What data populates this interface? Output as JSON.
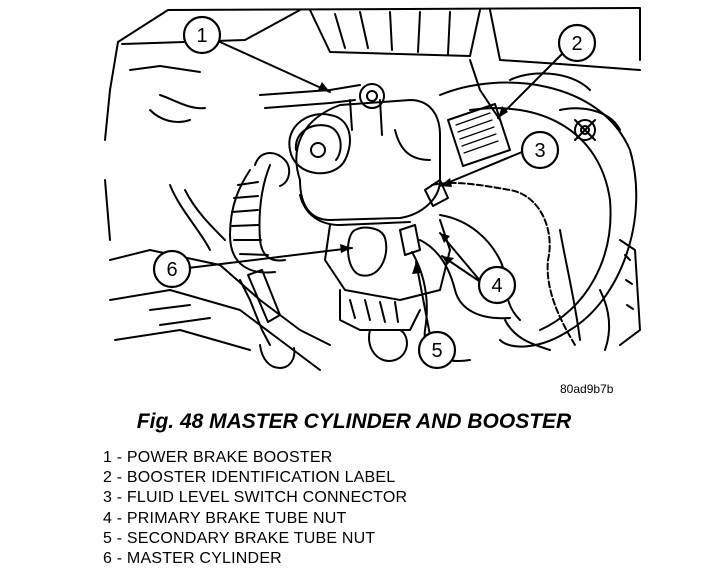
{
  "figure": {
    "drawing_code": "80ad9b7b",
    "caption": "Fig. 48 MASTER CYLINDER AND BOOSTER",
    "callouts": [
      {
        "number": "1"
      },
      {
        "number": "2"
      },
      {
        "number": "3"
      },
      {
        "number": "4"
      },
      {
        "number": "5"
      },
      {
        "number": "6"
      }
    ]
  },
  "legend": {
    "items": [
      {
        "text": "1 - POWER BRAKE BOOSTER"
      },
      {
        "text": "2 - BOOSTER IDENTIFICATION LABEL"
      },
      {
        "text": "3 - FLUID LEVEL SWITCH CONNECTOR"
      },
      {
        "text": "4 - PRIMARY BRAKE TUBE NUT"
      },
      {
        "text": "5 - SECONDARY BRAKE TUBE NUT"
      },
      {
        "text": "6 - MASTER CYLINDER"
      }
    ]
  }
}
